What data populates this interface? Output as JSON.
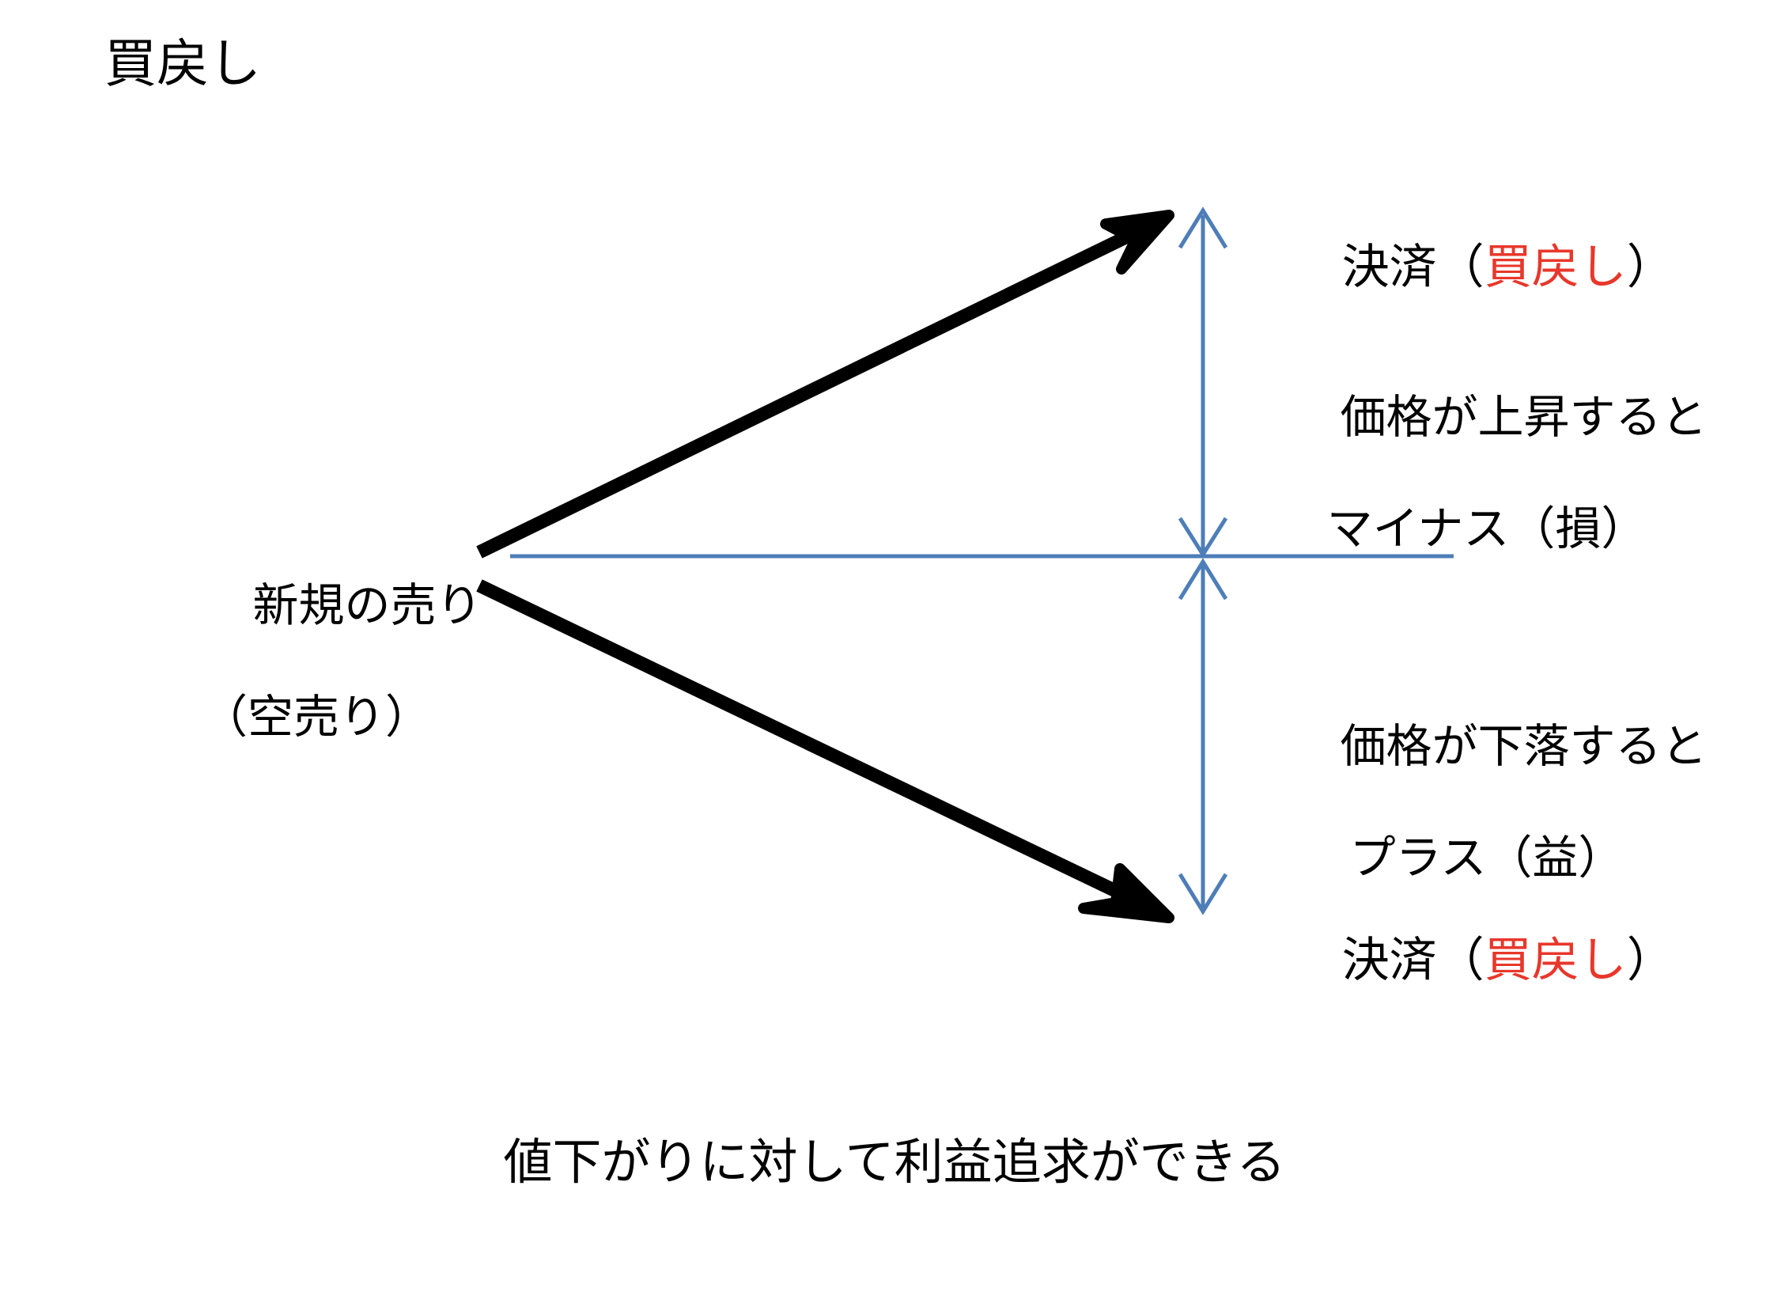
{
  "slide": {
    "title": "買戻し",
    "caption": "値下がりに対して利益追求ができる",
    "background_color": "#FFFFFF"
  },
  "colors": {
    "arrow_black": "#000000",
    "axis_blue": "#4E7EB8",
    "accent_red": "#E8372B",
    "text_black": "#000000"
  },
  "labels": {
    "open_position_line1": "新規の売り",
    "open_position_line2": "（空売り）",
    "settle_top_prefix": "決済（",
    "settle_top_accent": "買戻し",
    "settle_top_suffix": "）",
    "settle_bottom_prefix": "決済（",
    "settle_bottom_accent": "買戻し",
    "settle_bottom_suffix": "）",
    "note_up_line1": "価格が上昇すると",
    "note_up_line2": "マイナス（損）",
    "note_down_line1": "価格が下落すると",
    "note_down_line2": "プラス（益）"
  },
  "chart_data": {
    "type": "diagram",
    "title": "買戻し",
    "description": "空売り（新規の売り）から価格が上昇した場合と下落した場合の損益を示す分岐図",
    "origin_label": "新規の売り（空売り）",
    "branches": [
      {
        "name": "price-up-branch",
        "direction": "up",
        "endpoint_label": "決済（買戻し）",
        "outcome_line1": "価格が上昇すると",
        "outcome_line2": "マイナス（損）",
        "outcome_sign": "minus",
        "from": [
          605,
          697
        ],
        "to": [
          1478,
          272
        ]
      },
      {
        "name": "price-down-branch",
        "direction": "down",
        "endpoint_label": "決済（買戻し）",
        "outcome_line1": "価格が下落すると",
        "outcome_line2": "プラス（益）",
        "outcome_sign": "plus",
        "from": [
          605,
          740
        ],
        "to": [
          1478,
          1160
        ]
      }
    ],
    "baseline": {
      "name": "zero-line",
      "from": [
        645,
        703
      ],
      "to": [
        1838,
        703
      ]
    },
    "measure_axes": [
      {
        "name": "loss-range-axis",
        "from": [
          1521,
          265
        ],
        "to": [
          1521,
          700
        ]
      },
      {
        "name": "gain-range-axis",
        "from": [
          1521,
          710
        ],
        "to": [
          1521,
          1152
        ]
      }
    ],
    "caption": "値下がりに対して利益追求ができる"
  }
}
